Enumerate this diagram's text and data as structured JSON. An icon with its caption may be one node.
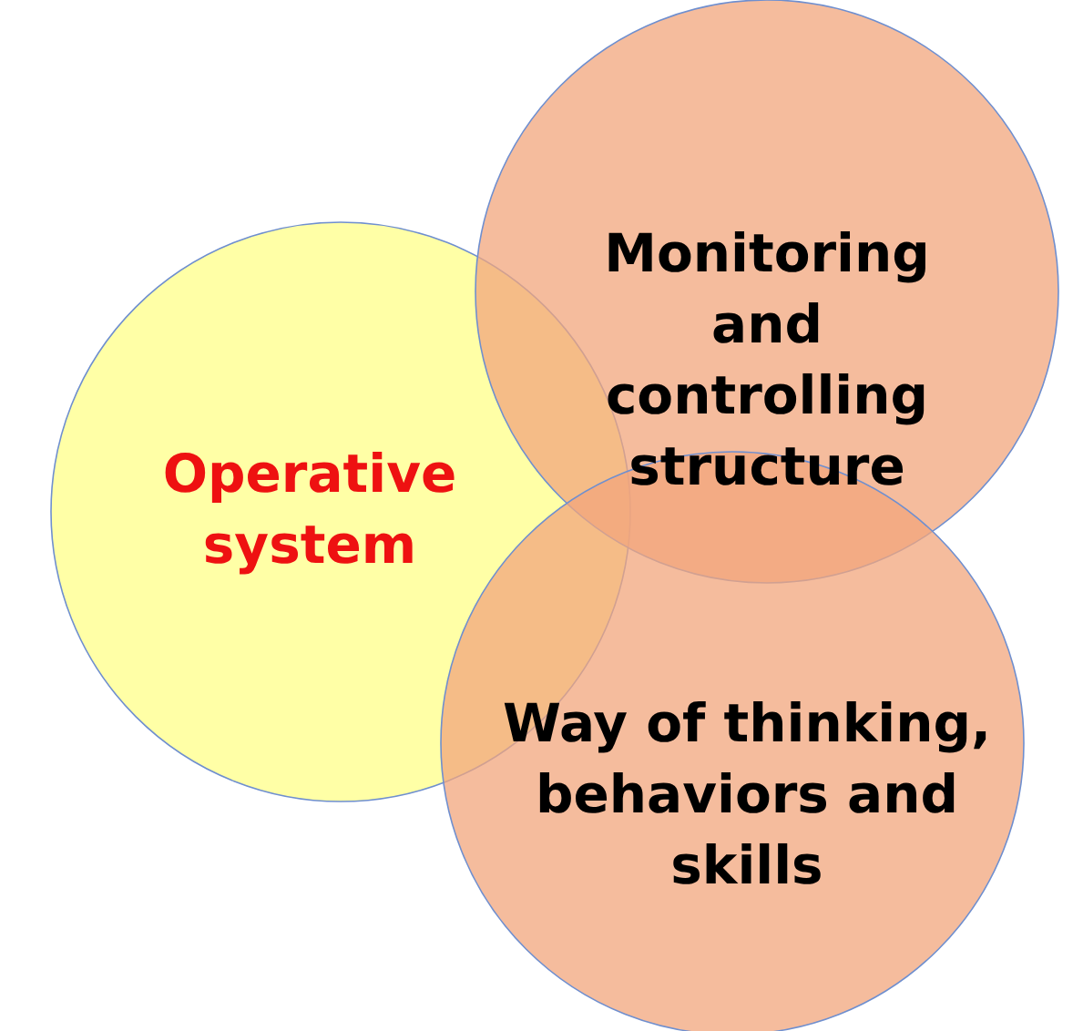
{
  "diagram": {
    "nodes": [
      {
        "text": [
          "Operative system"
        ]
      },
      {
        "text": [
          "Monitoring and controlling structure"
        ]
      },
      {
        "text": [
          "Way of thinking, behaviors and skills"
        ]
      }
    ]
  }
}
